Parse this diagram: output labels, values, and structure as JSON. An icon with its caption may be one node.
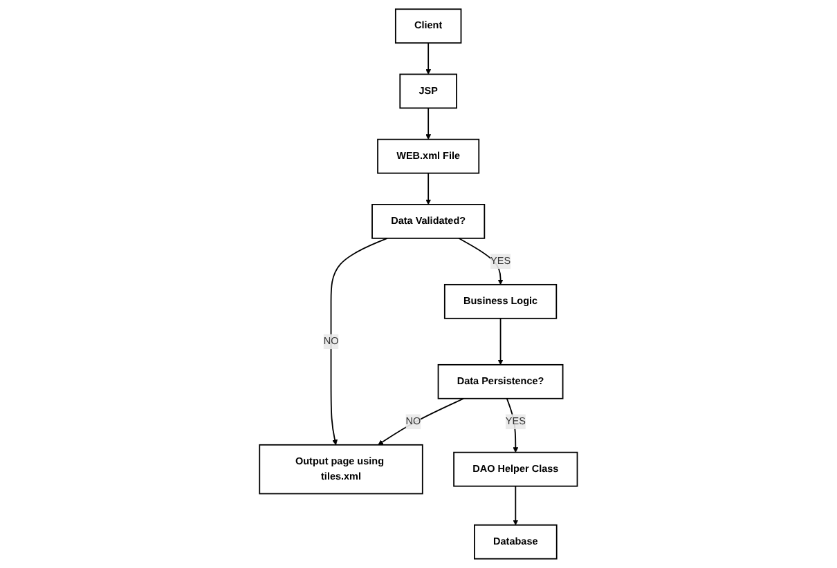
{
  "diagram": {
    "nodes": [
      {
        "text": [
          "Client"
        ]
      },
      {
        "text": [
          "JSP"
        ]
      },
      {
        "text": [
          "WEB.xml File"
        ]
      },
      {
        "text": [
          "Output page using tiles.xml"
        ]
      },
      {
        "text": [
          "Data Validated?"
        ]
      },
      {
        "text": [
          "Business Logic"
        ]
      },
      {
        "text": [
          "Data Persistence?"
        ]
      },
      {
        "text": [
          "Database"
        ]
      },
      {
        "text": [
          "DAO Helper Class"
        ]
      }
    ],
    "edges": [
      {
        "from": 0,
        "to": 1,
        "arrow": "to"
      },
      {
        "from": 1,
        "to": 2,
        "arrow": "to"
      },
      {
        "from": 2,
        "to": 4,
        "arrow": "to"
      },
      {
        "from": 4,
        "to": 3,
        "arrow": "to",
        "label": "NO"
      },
      {
        "from": 4,
        "to": 5,
        "arrow": "to",
        "label": "YES"
      },
      {
        "from": 5,
        "to": 6,
        "arrow": "to"
      },
      {
        "from": 6,
        "to": 3,
        "arrow": "to",
        "label": "NO"
      },
      {
        "from": 6,
        "to": 8,
        "arrow": "to",
        "label": "YES"
      },
      {
        "from": 8,
        "to": 7,
        "arrow": "to"
      }
    ]
  }
}
